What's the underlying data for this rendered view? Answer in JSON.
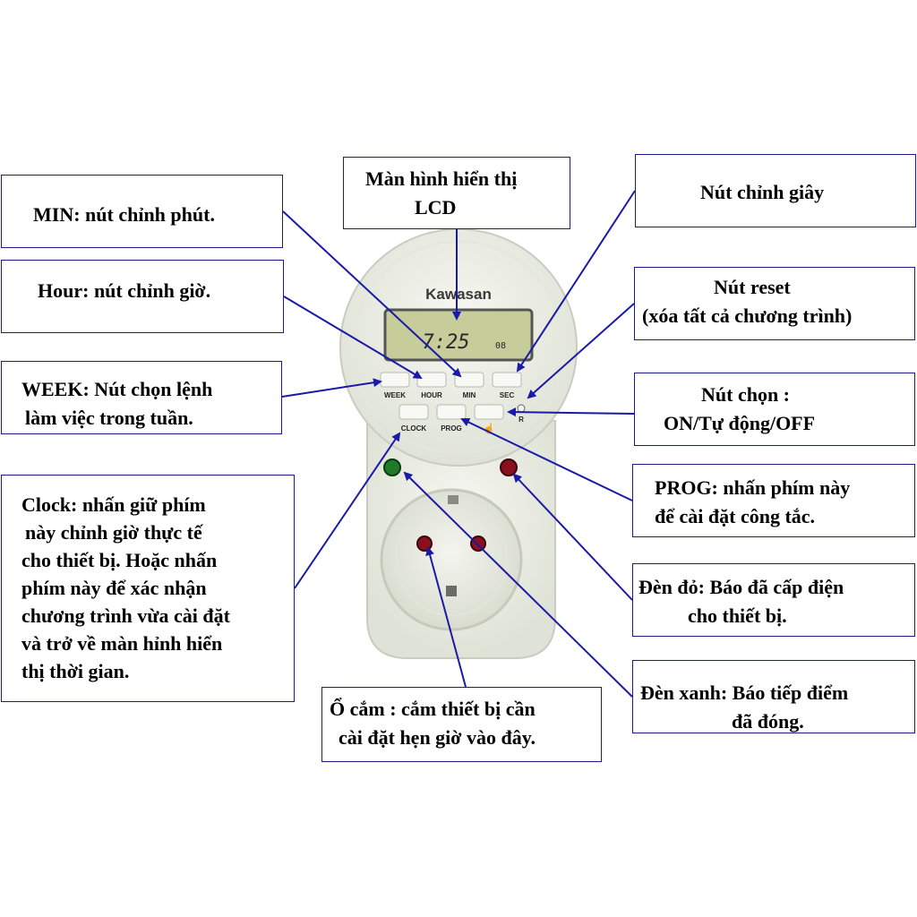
{
  "device": {
    "brand": "Kawasan",
    "lcd_time": "7:25",
    "lcd_seconds": "08",
    "buttons": {
      "week": "WEEK",
      "hour": "HOUR",
      "min": "MIN",
      "sec": "SEC",
      "clock": "CLOCK",
      "prog": "PROG",
      "reset": "R"
    }
  },
  "callouts": {
    "lcd": [
      "Màn hình hiển thị",
      "LCD"
    ],
    "min": [
      "MIN: nút chỉnh phút."
    ],
    "sec": [
      "Nút chỉnh giây"
    ],
    "hour": [
      "Hour: nút chỉnh giờ."
    ],
    "reset": [
      "Nút reset",
      "(xóa tất cả chương trình)"
    ],
    "week": [
      "WEEK: Nút chọn lệnh",
      "làm việc trong tuần."
    ],
    "mode": [
      "Nút chọn :",
      "ON/Tự động/OFF"
    ],
    "clock": [
      "Clock: nhấn giữ phím",
      "này chỉnh giờ thực tế",
      "cho thiết bị. Hoặc nhấn",
      "phím này để xác nhận",
      "chương trình vừa cài đặt",
      "và trở về màn hỉnh hiển",
      "thị thời gian."
    ],
    "prog": [
      "PROG: nhấn phím này",
      "để cài đặt công tắc."
    ],
    "red_led": [
      "Đèn đỏ: Báo đã cấp điện",
      "cho thiết bị."
    ],
    "socket": [
      "Ổ cắm : cắm thiết bị cần",
      "cài đặt hẹn giờ vào đây."
    ],
    "green_led": [
      "Đèn xanh: Báo tiếp điểm",
      "đã đóng."
    ]
  },
  "colors": {
    "arrow": "#1a1aa8",
    "callout_border": "#1a1a8c",
    "device_body": "#eef0e8",
    "lcd_bg": "#c6cc9a",
    "red_led": "#8a1020",
    "green_led": "#1f7a2a"
  }
}
